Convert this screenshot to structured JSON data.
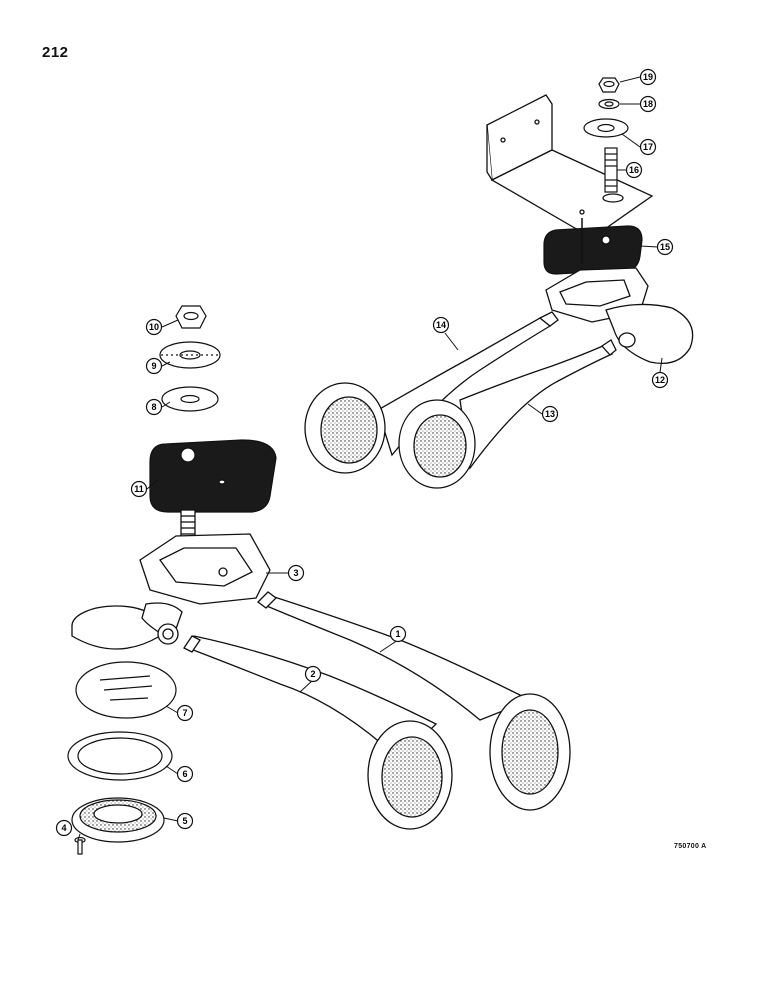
{
  "page": {
    "number": "212"
  },
  "figure": {
    "code": "750700 A"
  },
  "callouts": [
    {
      "id": "1",
      "label": "1"
    },
    {
      "id": "2",
      "label": "2"
    },
    {
      "id": "3",
      "label": "3"
    },
    {
      "id": "4",
      "label": "4"
    },
    {
      "id": "5",
      "label": "5"
    },
    {
      "id": "6",
      "label": "6"
    },
    {
      "id": "7",
      "label": "7"
    },
    {
      "id": "8",
      "label": "8"
    },
    {
      "id": "9",
      "label": "9"
    },
    {
      "id": "10",
      "label": "10"
    },
    {
      "id": "11",
      "label": "11"
    },
    {
      "id": "12",
      "label": "12"
    },
    {
      "id": "13",
      "label": "13"
    },
    {
      "id": "14",
      "label": "14"
    },
    {
      "id": "15",
      "label": "15"
    },
    {
      "id": "16",
      "label": "16"
    },
    {
      "id": "17",
      "label": "17"
    },
    {
      "id": "18",
      "label": "18"
    },
    {
      "id": "19",
      "label": "19"
    }
  ]
}
